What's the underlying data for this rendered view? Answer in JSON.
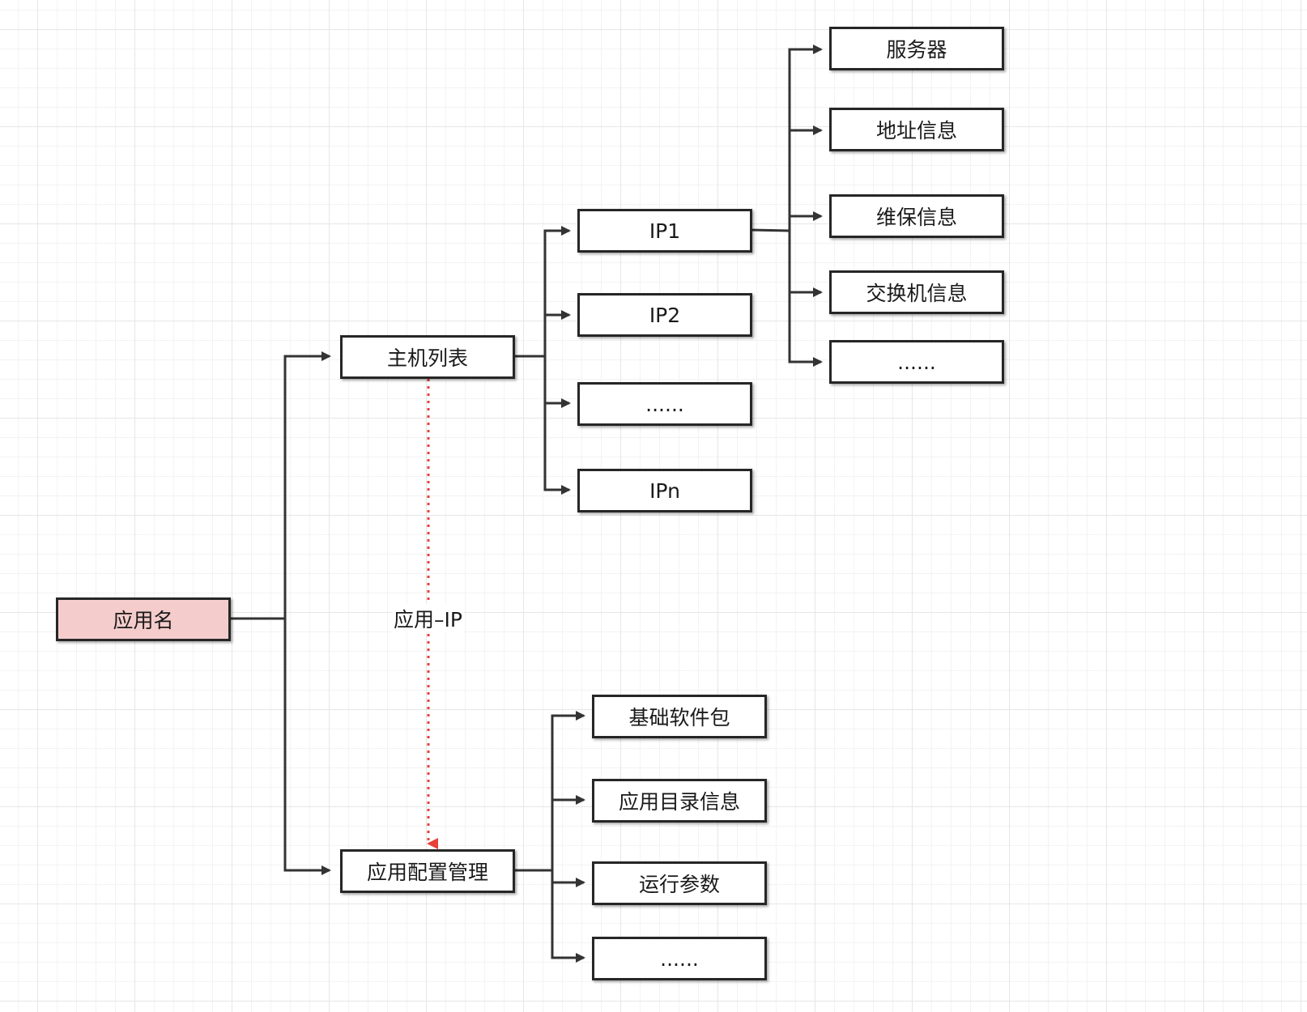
{
  "diagram": {
    "root": "应用名",
    "branch_hosts": "主机列表",
    "branch_config": "应用配置管理",
    "hosts": [
      "IP1",
      "IP2",
      "......",
      "IPn"
    ],
    "ip1_details": [
      "服务器",
      "地址信息",
      "维保信息",
      "交换机信息",
      "......"
    ],
    "config_items": [
      "基础软件包",
      "应用目录信息",
      "运行参数",
      "......"
    ],
    "relation_label": "应用–IP"
  },
  "colors": {
    "root_fill": "#f5cccc",
    "node_border": "#262626",
    "edge": "#333333",
    "relation_edge": "#e8403a"
  }
}
